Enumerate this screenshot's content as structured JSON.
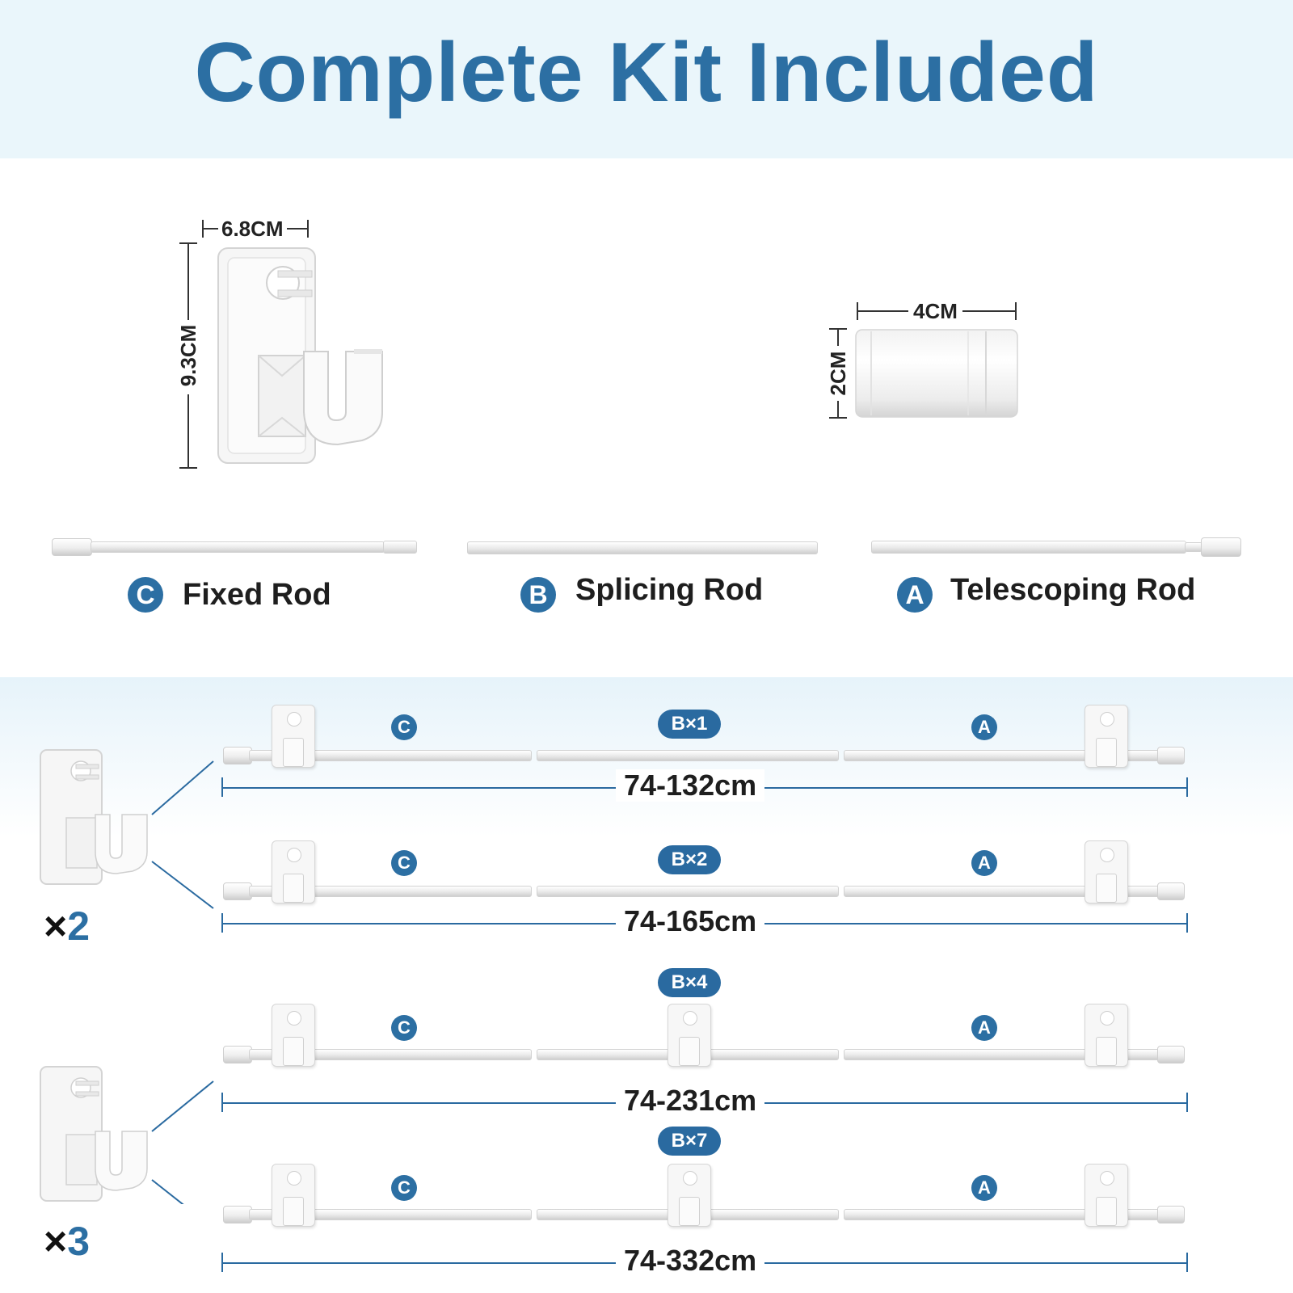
{
  "title": "Complete Kit Included",
  "bracket": {
    "width_label": "6.8CM",
    "height_label": "9.3CM"
  },
  "connector": {
    "width_label": "4CM",
    "height_label": "2CM"
  },
  "rods": [
    {
      "badge": "C",
      "label": "Fixed Rod"
    },
    {
      "badge": "B",
      "label": "Splicing Rod"
    },
    {
      "badge": "A",
      "label": "Telescoping Rod"
    }
  ],
  "configs": [
    {
      "splice": "B×1",
      "left_badge": "C",
      "right_badge": "A",
      "length": "74-132cm"
    },
    {
      "splice": "B×2",
      "left_badge": "C",
      "right_badge": "A",
      "length": "74-165cm"
    },
    {
      "splice": "B×4",
      "left_badge": "C",
      "right_badge": "A",
      "length": "74-231cm"
    },
    {
      "splice": "B×7",
      "left_badge": "C",
      "right_badge": "A",
      "length": "74-332cm"
    }
  ],
  "bracket_counts": [
    {
      "x": "×",
      "n": "2"
    },
    {
      "x": "×",
      "n": "3"
    }
  ],
  "colors": {
    "accent": "#2c6fa3",
    "header_bg": "#eaf6fb"
  }
}
